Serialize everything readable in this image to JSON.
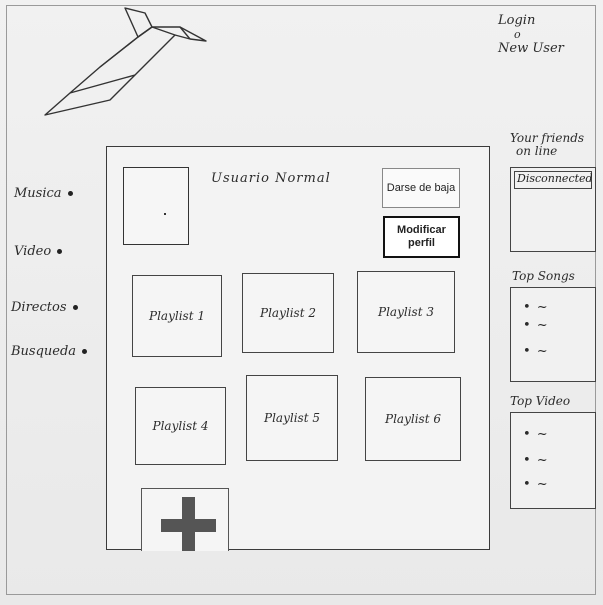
{
  "header": {
    "login": "Login",
    "or": "o",
    "new_user": "New User"
  },
  "nav": {
    "items": [
      {
        "label": "Musica"
      },
      {
        "label": "Video"
      },
      {
        "label": "Directos"
      },
      {
        "label": "Busqueda"
      }
    ]
  },
  "profile": {
    "username": "Usuario Normal",
    "unsubscribe_label": "Darse de baja",
    "edit_profile_line1": "Modificar",
    "edit_profile_line2": "perfil"
  },
  "playlists": [
    {
      "label": "Playlist 1"
    },
    {
      "label": "Playlist 2"
    },
    {
      "label": "Playlist 3"
    },
    {
      "label": "Playlist 4"
    },
    {
      "label": "Playlist 5"
    },
    {
      "label": "Playlist 6"
    }
  ],
  "sidebar": {
    "friends_title_line1": "Your friends",
    "friends_title_line2": "on line",
    "friends_status": "Disconnected",
    "top_songs_title": "Top Songs",
    "top_songs_items": [
      "• ~",
      "• ~",
      "• ~"
    ],
    "top_video_title": "Top Video",
    "top_video_items": [
      "• ~",
      "• ~",
      "• ~"
    ]
  }
}
